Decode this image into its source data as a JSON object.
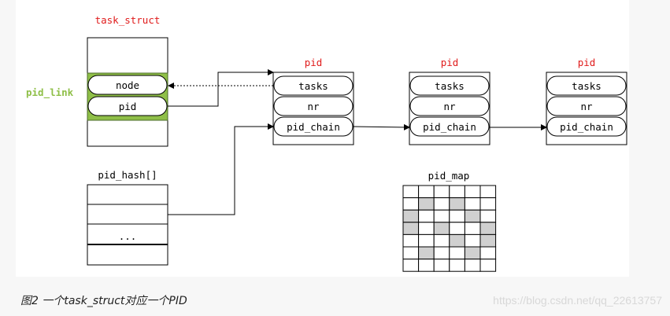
{
  "task_struct": {
    "title": "task_struct",
    "pid_link_label": "pid_link",
    "fields": [
      "node",
      "pid"
    ]
  },
  "pid_structs": [
    {
      "title": "pid",
      "fields": [
        "tasks",
        "nr",
        "pid_chain"
      ]
    },
    {
      "title": "pid",
      "fields": [
        "tasks",
        "nr",
        "pid_chain"
      ]
    },
    {
      "title": "pid",
      "fields": [
        "tasks",
        "nr",
        "pid_chain"
      ]
    }
  ],
  "pid_hash": {
    "title": "pid_hash[]",
    "ellipsis": "..."
  },
  "pid_map": {
    "title": "pid_map",
    "shaded": [
      [
        0,
        0,
        0,
        0,
        0,
        0
      ],
      [
        0,
        1,
        0,
        1,
        0,
        0
      ],
      [
        1,
        0,
        0,
        0,
        1,
        0
      ],
      [
        1,
        0,
        1,
        0,
        0,
        1
      ],
      [
        0,
        0,
        0,
        1,
        0,
        1
      ],
      [
        0,
        1,
        0,
        0,
        1,
        0
      ],
      [
        0,
        0,
        0,
        0,
        0,
        0
      ]
    ]
  },
  "caption": "图2 一个task_struct对应一个PID",
  "watermark": "https://blog.csdn.net/qq_22613757",
  "colors": {
    "title_red": "#e01b1b",
    "pid_link_green": "#8fbf48",
    "shade": "#d0d0d0"
  }
}
